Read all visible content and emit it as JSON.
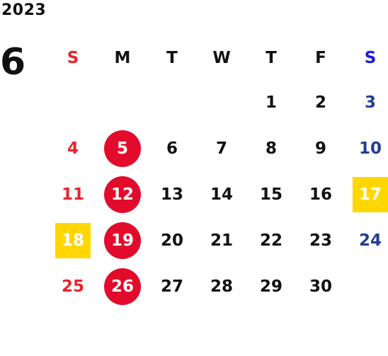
{
  "header": {
    "year": "2023",
    "month": "6"
  },
  "weekdays": [
    "S",
    "M",
    "T",
    "W",
    "T",
    "F",
    "S"
  ],
  "weeks": [
    [
      {
        "day": "",
        "style": "empty"
      },
      {
        "day": "",
        "style": "empty"
      },
      {
        "day": "",
        "style": "empty"
      },
      {
        "day": "",
        "style": "empty"
      },
      {
        "day": "1",
        "style": "normal"
      },
      {
        "day": "2",
        "style": "normal"
      },
      {
        "day": "3",
        "style": "sat"
      }
    ],
    [
      {
        "day": "4",
        "style": "sun"
      },
      {
        "day": "5",
        "style": "circle"
      },
      {
        "day": "6",
        "style": "normal"
      },
      {
        "day": "7",
        "style": "normal"
      },
      {
        "day": "8",
        "style": "normal"
      },
      {
        "day": "9",
        "style": "normal"
      },
      {
        "day": "10",
        "style": "sat"
      }
    ],
    [
      {
        "day": "11",
        "style": "sun"
      },
      {
        "day": "12",
        "style": "circle"
      },
      {
        "day": "13",
        "style": "normal"
      },
      {
        "day": "14",
        "style": "normal"
      },
      {
        "day": "15",
        "style": "normal"
      },
      {
        "day": "16",
        "style": "normal"
      },
      {
        "day": "17",
        "style": "box"
      }
    ],
    [
      {
        "day": "18",
        "style": "box"
      },
      {
        "day": "19",
        "style": "circle"
      },
      {
        "day": "20",
        "style": "normal"
      },
      {
        "day": "21",
        "style": "normal"
      },
      {
        "day": "22",
        "style": "normal"
      },
      {
        "day": "23",
        "style": "normal"
      },
      {
        "day": "24",
        "style": "sat"
      }
    ],
    [
      {
        "day": "25",
        "style": "sun"
      },
      {
        "day": "26",
        "style": "circle"
      },
      {
        "day": "27",
        "style": "normal"
      },
      {
        "day": "28",
        "style": "normal"
      },
      {
        "day": "29",
        "style": "normal"
      },
      {
        "day": "30",
        "style": "normal"
      },
      {
        "day": "",
        "style": "empty"
      }
    ]
  ],
  "colors": {
    "sunday": "#e8232f",
    "saturday_header": "#1a1ae0",
    "saturday": "#1f3f95",
    "closed_circle": "#e30b2c",
    "highlight_box": "#ffd700"
  }
}
